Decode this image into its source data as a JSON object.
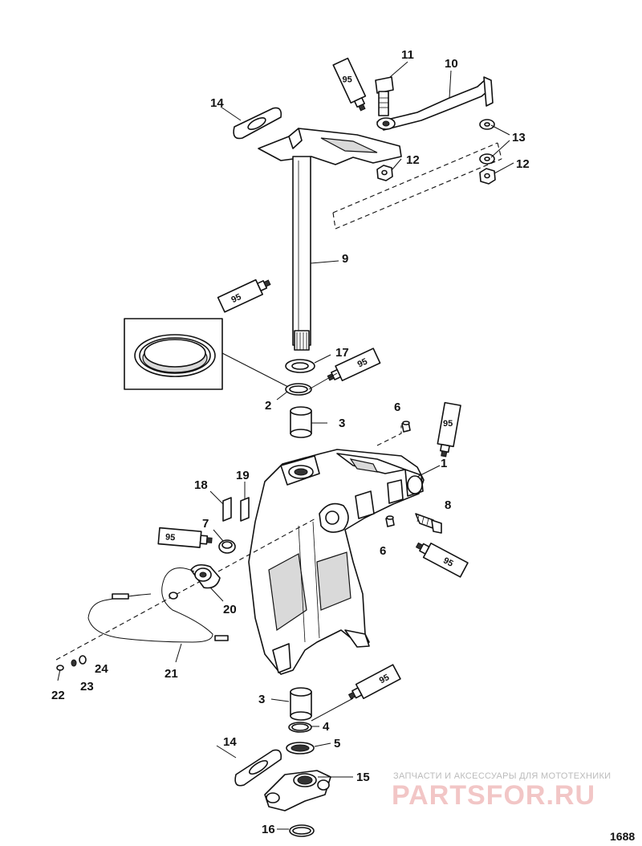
{
  "callouts": {
    "c1": "1",
    "c2": "2",
    "c3a": "3",
    "c3b": "3",
    "c4": "4",
    "c5": "5",
    "c6a": "6",
    "c6b": "6",
    "c7": "7",
    "c8": "8",
    "c9": "9",
    "c10": "10",
    "c11": "11",
    "c12a": "12",
    "c12b": "12",
    "c13": "13",
    "c14a": "14",
    "c14b": "14",
    "c15": "15",
    "c16": "16",
    "c17": "17",
    "c18": "18",
    "c19": "19",
    "c20": "20",
    "c21": "21",
    "c22": "22",
    "c23": "23",
    "c24": "24"
  },
  "lubricant_tube_label": "95",
  "drawing_number": "1688",
  "watermark": {
    "tagline": "ЗАПЧАСТИ И АКСЕССУАРЫ ДЛЯ МОТОТЕХНИКИ",
    "logo": "PARTSFOR.RU"
  },
  "colors": {
    "line": "#111111",
    "watermark_logo": "#f2c6c6",
    "watermark_text": "#bbbbbb"
  }
}
